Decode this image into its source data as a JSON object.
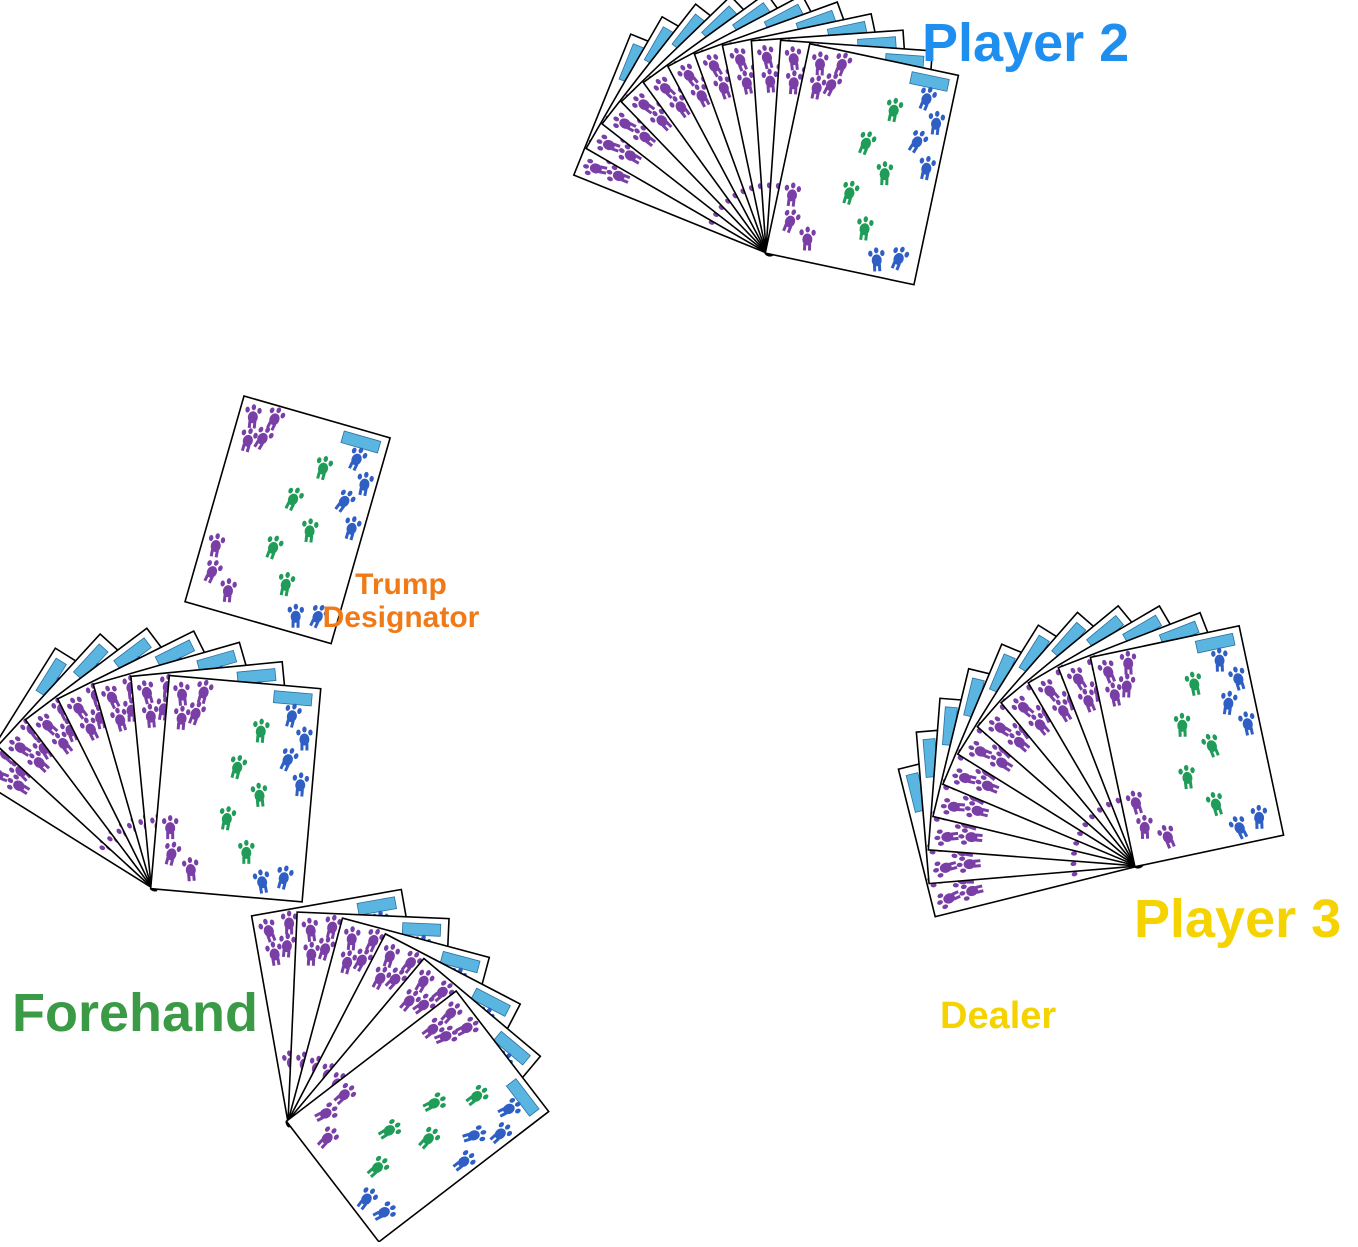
{
  "labels": {
    "player2": "Player 2",
    "player3": "Player 3",
    "forehand": "Forehand",
    "dealer": "Dealer",
    "trump_line1": "Trump",
    "trump_line2": "Designator"
  },
  "colors": {
    "player2": "#1f8fef",
    "player3": "#f5d300",
    "forehand": "#3a9a45",
    "dealer": "#f5d300",
    "trump": "#f07a18",
    "card_border": "#000000",
    "card_face": "#ffffff",
    "pip_purple": "#7a3fa6",
    "pip_blue": "#2f5fc4",
    "pip_green": "#1e9c58",
    "corner_badge": "#5ab6e0"
  },
  "hands": {
    "player2": {
      "cards": 11
    },
    "player3": {
      "cards": 11
    },
    "forehand_hand_a": {
      "cards": 7
    },
    "forehand_hand_b": {
      "cards": 6
    },
    "trump_designator": {
      "cards": 1
    }
  }
}
